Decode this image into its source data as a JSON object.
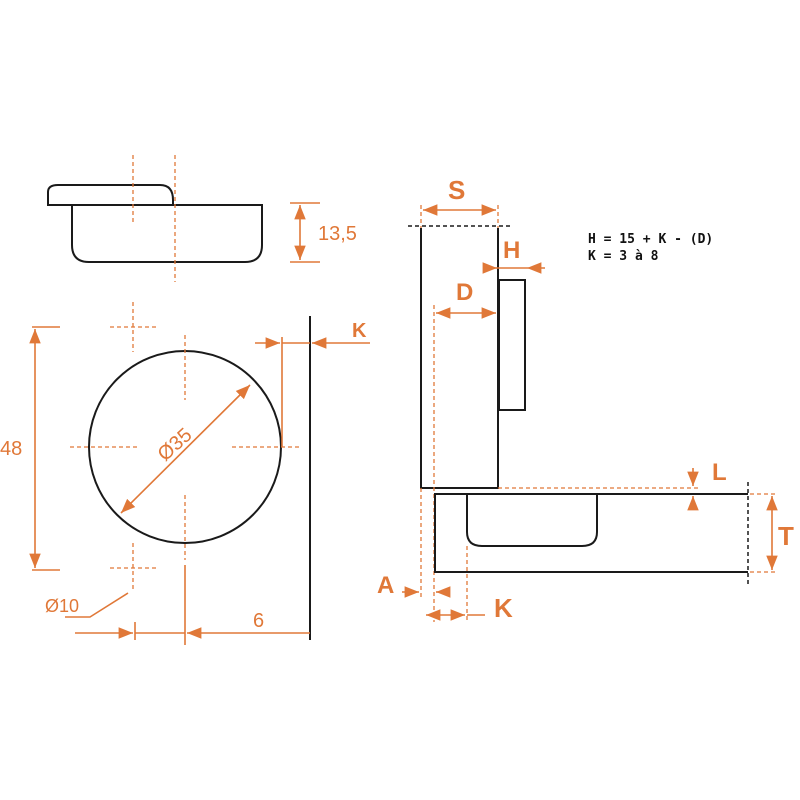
{
  "diagram": {
    "top_view": {
      "depth_label": "13,5"
    },
    "front_view": {
      "height_label": "48",
      "cup_diameter_label": "Ø35",
      "hole_diameter_label": "Ø10",
      "edge_distance_label": "6",
      "k_label": "K"
    },
    "side_view": {
      "s_label": "S",
      "h_label": "H",
      "d_label": "D",
      "l_label": "L",
      "t_label": "T",
      "a_label": "A",
      "k_label": "K"
    },
    "formula": {
      "line1": "H = 15 + K - (D)",
      "line2": "K = 3 à 8"
    },
    "colors": {
      "dimension": "#e07838",
      "outline": "#1a1a1a"
    }
  }
}
